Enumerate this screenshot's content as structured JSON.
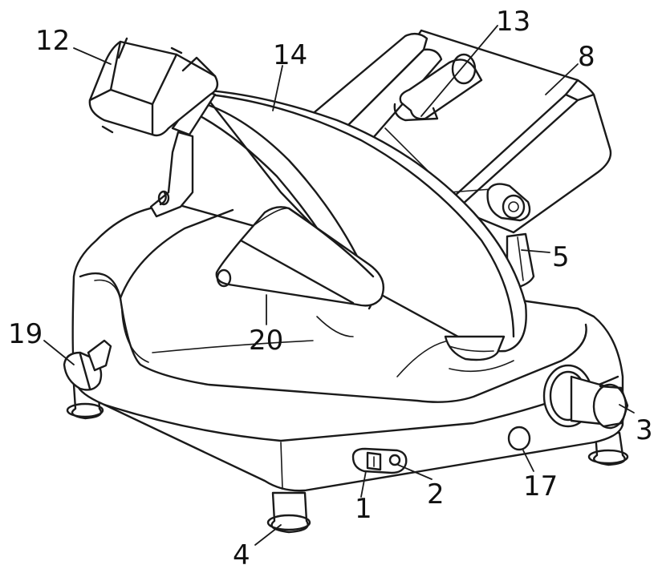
{
  "labels": {
    "l1": "1",
    "l2": "2",
    "l3": "3",
    "l4": "4",
    "l5": "5",
    "l8": "8",
    "l12": "12",
    "l13": "13",
    "l14": "14",
    "l17": "17",
    "l19": "19",
    "l20": "20"
  }
}
